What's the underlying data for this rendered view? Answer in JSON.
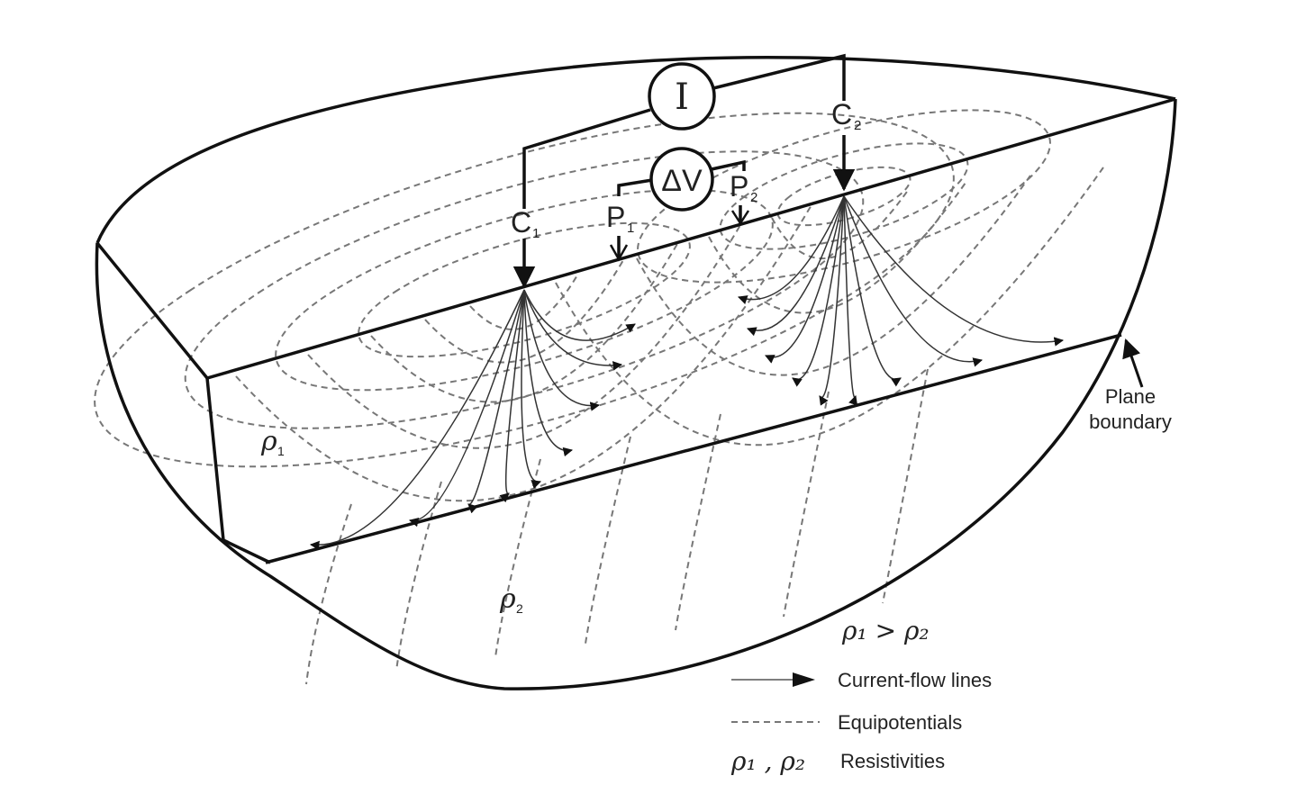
{
  "labels": {
    "current_source": "I",
    "potential_meter": "ΔV",
    "c1": "C",
    "c1_sub": "1",
    "c2": "C",
    "c2_sub": "2",
    "p1": "P",
    "p1_sub": "1",
    "p2": "P",
    "p2_sub": "2",
    "rho1": "ρ",
    "rho1_sub": "1",
    "rho2": "ρ",
    "rho2_sub": "2",
    "plane_boundary_line1": "Plane",
    "plane_boundary_line2": "boundary",
    "relation": "ρ₁ > ρ₂"
  },
  "legend": {
    "current_flow": "Current-flow lines",
    "equipotentials": "Equipotentials",
    "resistivities_symbol": "ρ₁ , ρ₂",
    "resistivities": "Resistivities"
  }
}
